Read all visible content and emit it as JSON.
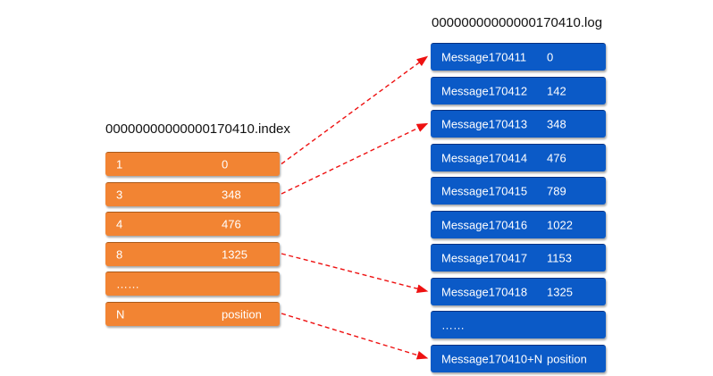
{
  "index_file": {
    "title": "00000000000000170410.index",
    "rows": [
      {
        "offset": "1",
        "position": "0"
      },
      {
        "offset": "3",
        "position": "348"
      },
      {
        "offset": "4",
        "position": "476"
      },
      {
        "offset": "8",
        "position": "1325"
      },
      {
        "offset": "……",
        "position": ""
      },
      {
        "offset": "N",
        "position": "position"
      }
    ]
  },
  "log_file": {
    "title": "00000000000000170410.log",
    "rows": [
      {
        "message": "Message170411",
        "position": "0"
      },
      {
        "message": "Message170412",
        "position": "142"
      },
      {
        "message": "Message170413",
        "position": "348"
      },
      {
        "message": "Message170414",
        "position": "476"
      },
      {
        "message": "Message170415",
        "position": "789"
      },
      {
        "message": "Message170416",
        "position": "1022"
      },
      {
        "message": "Message170417",
        "position": "1153"
      },
      {
        "message": "Message170418",
        "position": "1325"
      },
      {
        "message": "……",
        "position": ""
      },
      {
        "message": "Message170410+N",
        "position": "position"
      }
    ]
  },
  "arrows": [
    {
      "from_index_row": 0,
      "to_log_row": 0
    },
    {
      "from_index_row": 1,
      "to_log_row": 2
    },
    {
      "from_index_row": 3,
      "to_log_row": 7
    },
    {
      "from_index_row": 5,
      "to_log_row": 9
    }
  ],
  "colors": {
    "index_box": "#F28433",
    "log_box": "#0B5AC7",
    "arrow": "#EE1111",
    "box_text": "#FFFFFF",
    "title_text": "#111111"
  }
}
